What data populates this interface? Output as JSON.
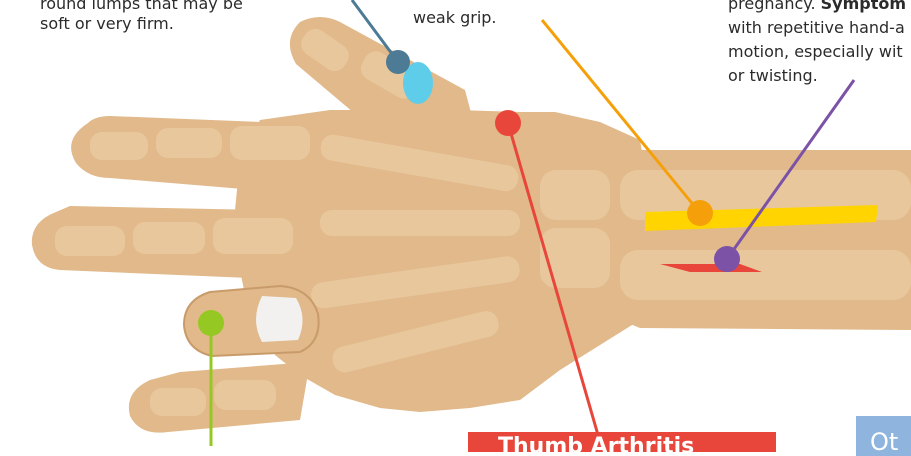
{
  "left_text": {
    "line1": "round lumps that may be",
    "line2": "soft or very firm."
  },
  "center_text": {
    "line1_tail": "weak grip."
  },
  "right_text": {
    "line1_prefix": "pregnancy. ",
    "line1_bold": "Symptom",
    "line2": "with repetitive hand-a",
    "line3": "motion, especially wit",
    "line4": "or twisting."
  },
  "banners": {
    "red_label": "Thumb Arthritis",
    "blue_label": "Ot"
  },
  "colors": {
    "skin": "#e1b98a",
    "bone": "#f0d4ae",
    "slate_marker": "#4d7a94",
    "cyan_cyst": "#5ecde9",
    "red_marker": "#e8463a",
    "orange_marker": "#f5a00b",
    "yellow_band": "#ffd400",
    "purple_marker": "#7b52a6",
    "green_marker": "#96c823",
    "nail": "#f2f1ef"
  }
}
